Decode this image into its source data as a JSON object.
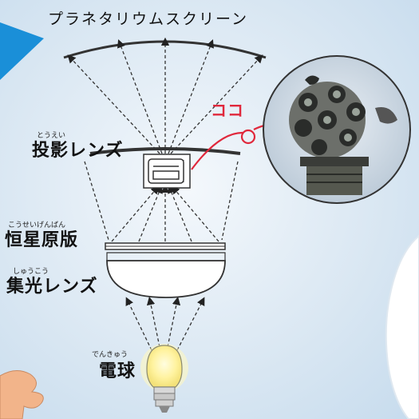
{
  "title": "プラネタリウムスクリーン",
  "parts": {
    "projection_lens": {
      "label": "投影レンズ",
      "ruby": "とうえい"
    },
    "star_plate": {
      "label": "恒星原版",
      "ruby": "こうせいげんばん"
    },
    "condenser_lens": {
      "label": "集光レンズ",
      "ruby": "しゅうこう"
    },
    "bulb": {
      "label": "電球",
      "ruby": "でんきゅう"
    }
  },
  "callout": {
    "text": "ココ"
  },
  "colors": {
    "background": "#dbe8f3",
    "callout": "#e0283c",
    "arrow_blue": "#1a8fd8",
    "bulb_glow": "#fff6a8"
  }
}
